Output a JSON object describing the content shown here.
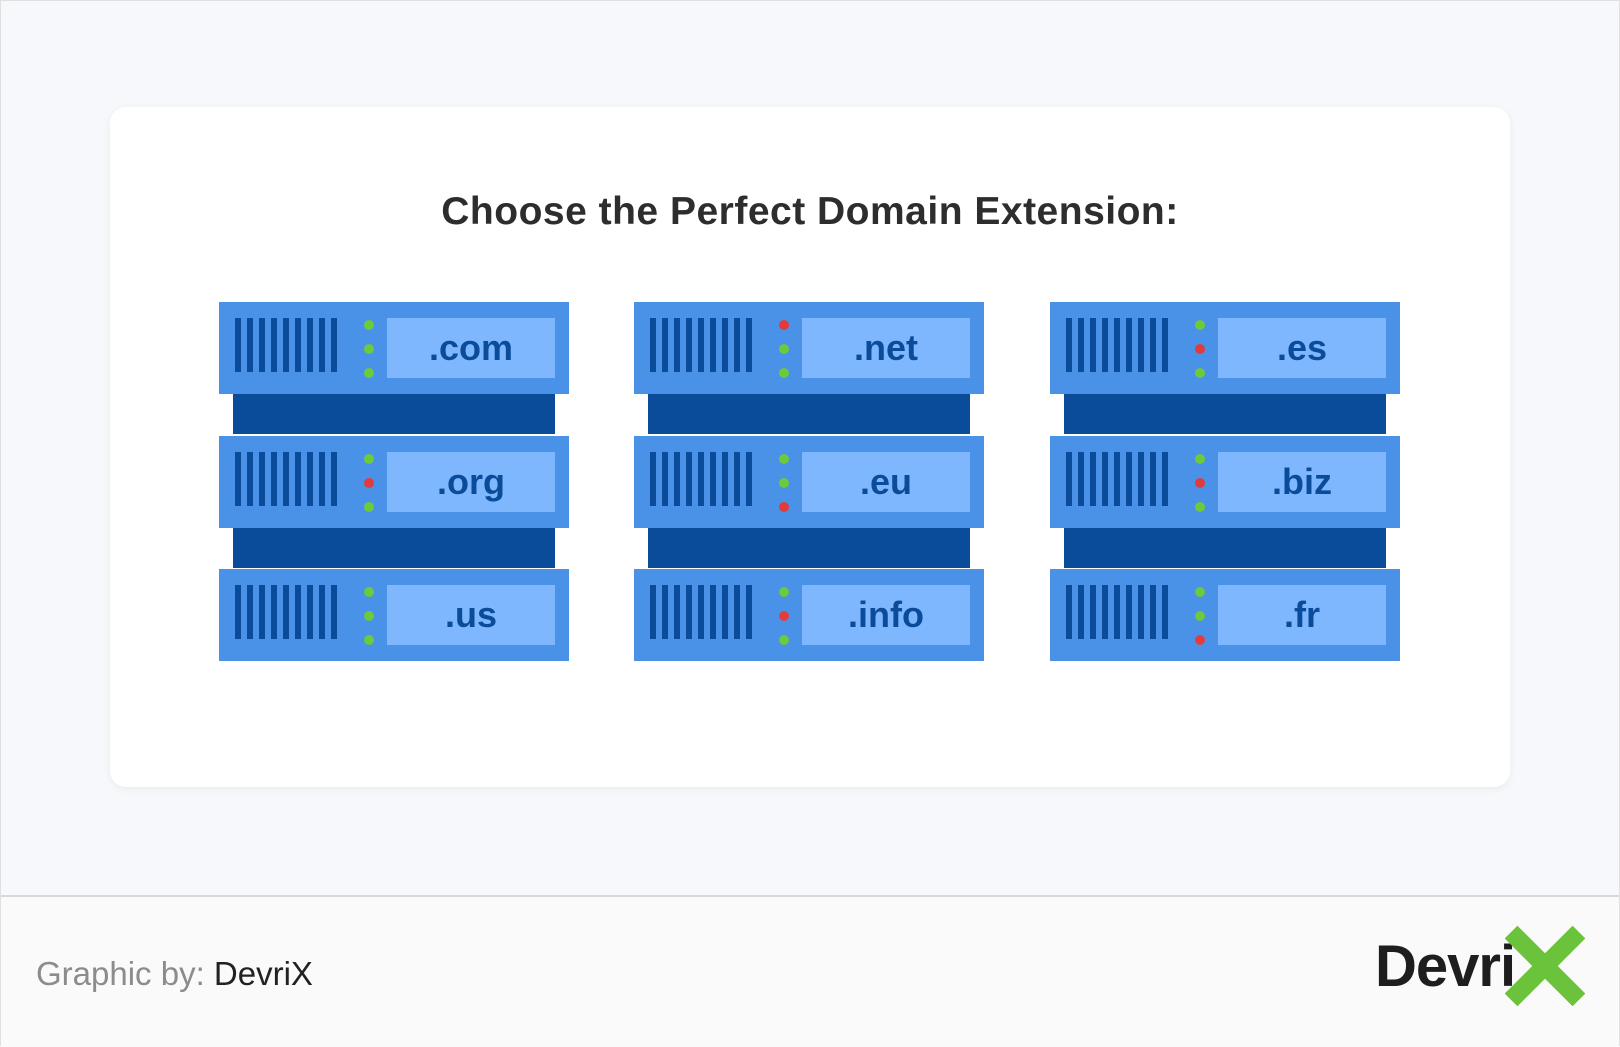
{
  "title": "Choose the Perfect Domain Extension:",
  "colors": {
    "server_body": "#4a92e8",
    "server_dark": "#0a4c9a",
    "label_bg": "#7fb7ff",
    "led_green": "#6bcb3a",
    "led_red": "#e23b3b",
    "logo_x": "#6bc23b"
  },
  "stacks": [
    {
      "units": [
        {
          "label": ".com",
          "leds": [
            "green",
            "green",
            "green"
          ]
        },
        {
          "label": ".org",
          "leds": [
            "green",
            "red",
            "green"
          ]
        },
        {
          "label": ".us",
          "leds": [
            "green",
            "green",
            "green"
          ]
        }
      ]
    },
    {
      "units": [
        {
          "label": ".net",
          "leds": [
            "red",
            "green",
            "green"
          ]
        },
        {
          "label": ".eu",
          "leds": [
            "green",
            "green",
            "red"
          ]
        },
        {
          "label": ".info",
          "leds": [
            "green",
            "red",
            "green"
          ]
        }
      ]
    },
    {
      "units": [
        {
          "label": ".es",
          "leds": [
            "green",
            "red",
            "green"
          ]
        },
        {
          "label": ".biz",
          "leds": [
            "green",
            "red",
            "green"
          ]
        },
        {
          "label": ".fr",
          "leds": [
            "green",
            "green",
            "red"
          ]
        }
      ]
    }
  ],
  "footer": {
    "credit_prefix": "Graphic by:",
    "credit_brand": "DevriX",
    "logo_text": "Devri"
  }
}
